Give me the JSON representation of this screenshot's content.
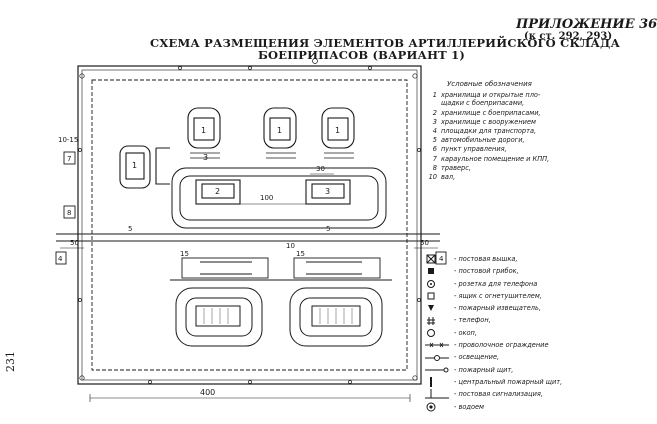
{
  "header": {
    "appendix": "ПРИЛОЖЕНИЕ 36",
    "appendix_ref": "(к ст. 292, 293)",
    "title_line1": "СХЕМА РАЗМЕЩЕНИЯ ЭЛЕМЕНТОВ АРТИЛЛЕРИЙСКОГО СКЛАДА",
    "title_line2": "БОЕПРИПАСОВ (ВАРИАНТ 1)"
  },
  "page_number": "231",
  "plan": {
    "building_labels": [
      "1",
      "1",
      "1",
      "1",
      "2",
      "3",
      "3"
    ],
    "dimensions": {
      "d_10_15": "10-15",
      "d_100": "100",
      "d_30": "30",
      "d_5_left": "5",
      "d_5_right": "5",
      "d_50_left": "50",
      "d_50_right": "50",
      "d_10": "10",
      "d_15_a": "15",
      "d_15_b": "15",
      "d_400": "400"
    },
    "side_boxes": [
      "7",
      "8",
      "4",
      "4"
    ]
  },
  "legend": {
    "title": "Условные обозначения",
    "items": [
      {
        "num": "1",
        "text": "хранилища и открытые пло-\nщадки с боеприпасами,"
      },
      {
        "num": "2",
        "text": "хранилище с боеприпасами,"
      },
      {
        "num": "3",
        "text": "хранилище с вооружением"
      },
      {
        "num": "4",
        "text": "площадки для транспорта,"
      },
      {
        "num": "5",
        "text": "автомобильные дороги,"
      },
      {
        "num": "6",
        "text": "пункт управления,"
      },
      {
        "num": "7",
        "text": "караульное помещение и КПП,"
      },
      {
        "num": "8",
        "text": "траверс,"
      },
      {
        "num": "10",
        "text": "вал,"
      }
    ],
    "symbols": [
      {
        "icon": "square-x-icon",
        "text": "- постовая вышка,"
      },
      {
        "icon": "filled-square-icon",
        "text": "- постовой грибок,"
      },
      {
        "icon": "circle-dot-icon",
        "text": "- розетка для телефона"
      },
      {
        "icon": "small-square-icon",
        "text": "- ящик с огнетушителем,"
      },
      {
        "icon": "pointer-icon",
        "text": "- пожарный извещатель,"
      },
      {
        "icon": "hash-icon",
        "text": "- телефон,"
      },
      {
        "icon": "open-circle-icon",
        "text": "- окоп,"
      },
      {
        "icon": "fence-line-icon",
        "text": "- проволочное ограждение"
      },
      {
        "icon": "lighting-line-icon",
        "text": "- освещение,"
      },
      {
        "icon": "fire-board-icon",
        "text": "- пожарный щит,"
      },
      {
        "icon": "vertical-bar-icon",
        "text": "- центральный пожарный щит,"
      },
      {
        "icon": "alarm-line-icon",
        "text": "- постовая сигнализация,"
      },
      {
        "icon": "circled-dot-icon",
        "text": "- водоем"
      }
    ]
  }
}
